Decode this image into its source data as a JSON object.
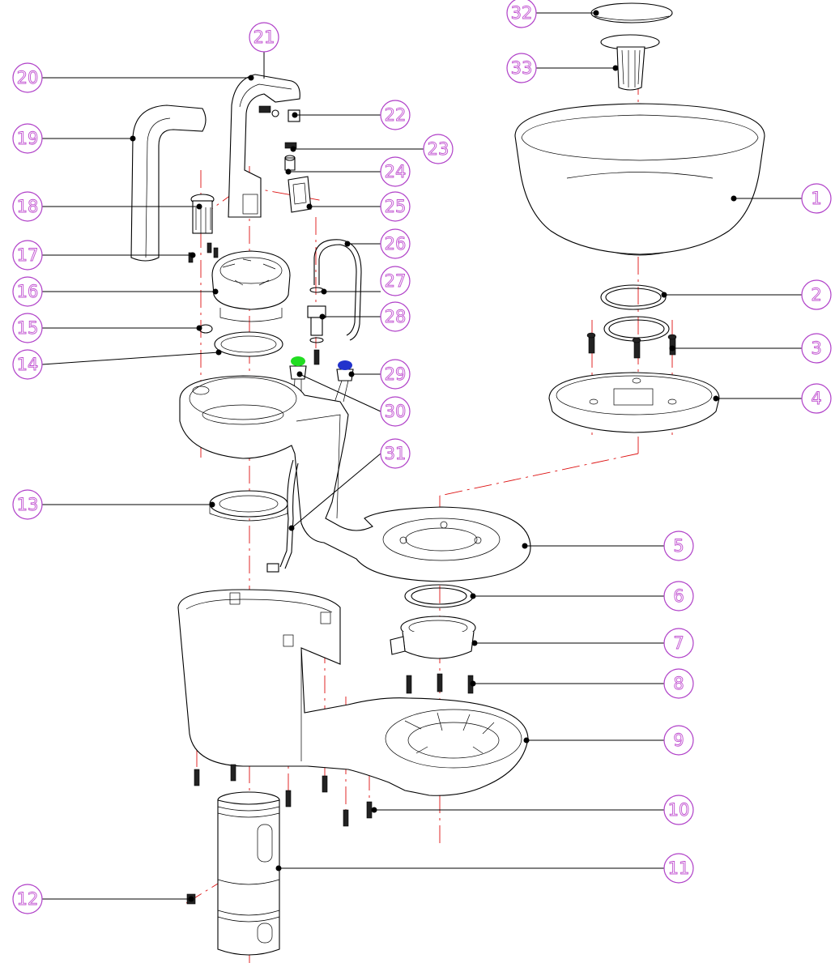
{
  "colors": {
    "callout": "#b040c8",
    "axis": "#dd1111",
    "line": "#000000",
    "indicator_green": "#22dd22",
    "indicator_blue": "#2233cc"
  },
  "callouts": [
    {
      "id": "c32",
      "label": "32"
    },
    {
      "id": "c33",
      "label": "33"
    },
    {
      "id": "c21",
      "label": "21"
    },
    {
      "id": "c20",
      "label": "20"
    },
    {
      "id": "c22",
      "label": "22"
    },
    {
      "id": "c19",
      "label": "19"
    },
    {
      "id": "c23",
      "label": "23"
    },
    {
      "id": "c24",
      "label": "24"
    },
    {
      "id": "c18",
      "label": "18"
    },
    {
      "id": "c25",
      "label": "25"
    },
    {
      "id": "c1",
      "label": "1"
    },
    {
      "id": "c26",
      "label": "26"
    },
    {
      "id": "c17",
      "label": "17"
    },
    {
      "id": "c27",
      "label": "27"
    },
    {
      "id": "c16",
      "label": "16"
    },
    {
      "id": "c2",
      "label": "2"
    },
    {
      "id": "c28",
      "label": "28"
    },
    {
      "id": "c15",
      "label": "15"
    },
    {
      "id": "c3",
      "label": "3"
    },
    {
      "id": "c14",
      "label": "14"
    },
    {
      "id": "c29",
      "label": "29"
    },
    {
      "id": "c4",
      "label": "4"
    },
    {
      "id": "c30",
      "label": "30"
    },
    {
      "id": "c31",
      "label": "31"
    },
    {
      "id": "c13",
      "label": "13"
    },
    {
      "id": "c5",
      "label": "5"
    },
    {
      "id": "c6",
      "label": "6"
    },
    {
      "id": "c7",
      "label": "7"
    },
    {
      "id": "c8",
      "label": "8"
    },
    {
      "id": "c9",
      "label": "9"
    },
    {
      "id": "c10",
      "label": "10"
    },
    {
      "id": "c11",
      "label": "11"
    },
    {
      "id": "c12",
      "label": "12"
    }
  ]
}
